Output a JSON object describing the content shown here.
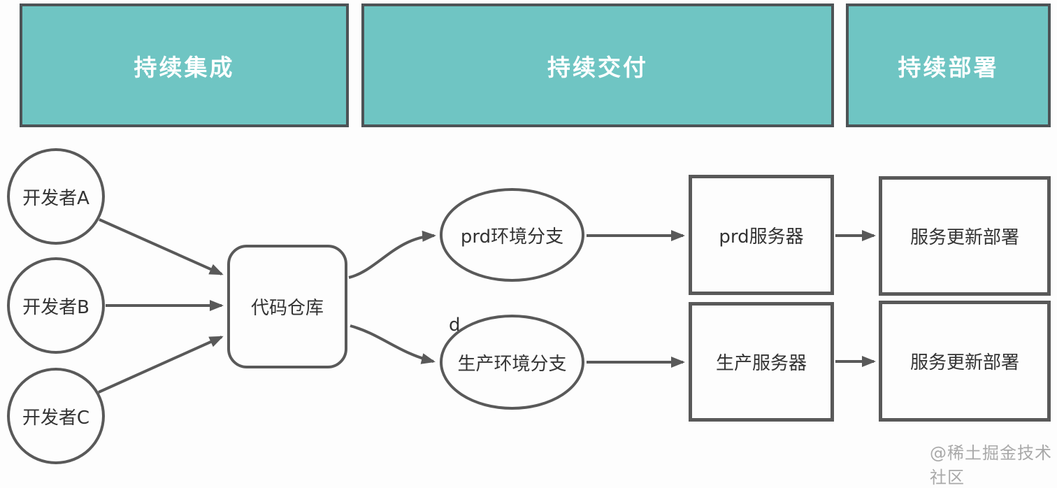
{
  "headers": [
    {
      "label": "持续集成"
    },
    {
      "label": "持续交付"
    },
    {
      "label": "持续部署"
    }
  ],
  "nodes": {
    "developer_a": "开发者A",
    "developer_b": "开发者B",
    "developer_c": "开发者C",
    "code_repo": "代码仓库",
    "prd_branch": "prd环境分支",
    "prod_branch": "生产环境分支",
    "prd_server": "prd服务器",
    "prod_server": "生产服务器",
    "deploy_top": "服务更新部署",
    "deploy_bottom": "服务更新部署",
    "stray_text": "d"
  },
  "watermark": "@稀土掘金技术社区",
  "colors": {
    "phase_fill": "#6fc5c3",
    "phase_border": "#4d5356",
    "shape_stroke": "#595959",
    "text": "#333333",
    "header_text": "#ffffff",
    "watermark_text": "#a9a9a9",
    "background": "#fdfdfd"
  }
}
